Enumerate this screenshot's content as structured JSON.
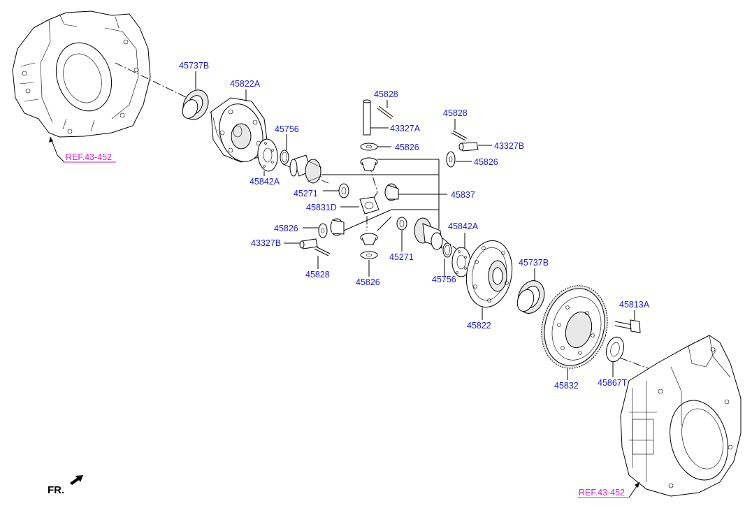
{
  "refs": {
    "top_left": "REF.43-452",
    "bottom_right": "REF.43-452"
  },
  "direction_label": "FR.",
  "labels": {
    "bearing_top": "45737B",
    "case_left": "45822A",
    "pin_top": "45828",
    "shaft_top": "43327A",
    "pin_right": "45828",
    "shaft_right": "43327B",
    "washer_ring_top": "45756",
    "washer_top": "45826",
    "washer_right": "45826",
    "shim_left": "45842A",
    "gear_side_top": "45271",
    "pinion_set": "45837",
    "spacer": "45831D",
    "washer_left": "45826",
    "shaft_left": "43327B",
    "pin_left": "45828",
    "washer_bottom": "45826",
    "gear_side_bottom": "45271",
    "shim_right": "45842A",
    "washer_ring_bottom": "45756",
    "bearing_bottom": "45737B",
    "case_right": "45822",
    "bolt": "45813A",
    "ring_gear": "45832",
    "shim_bottom": "45867T"
  }
}
